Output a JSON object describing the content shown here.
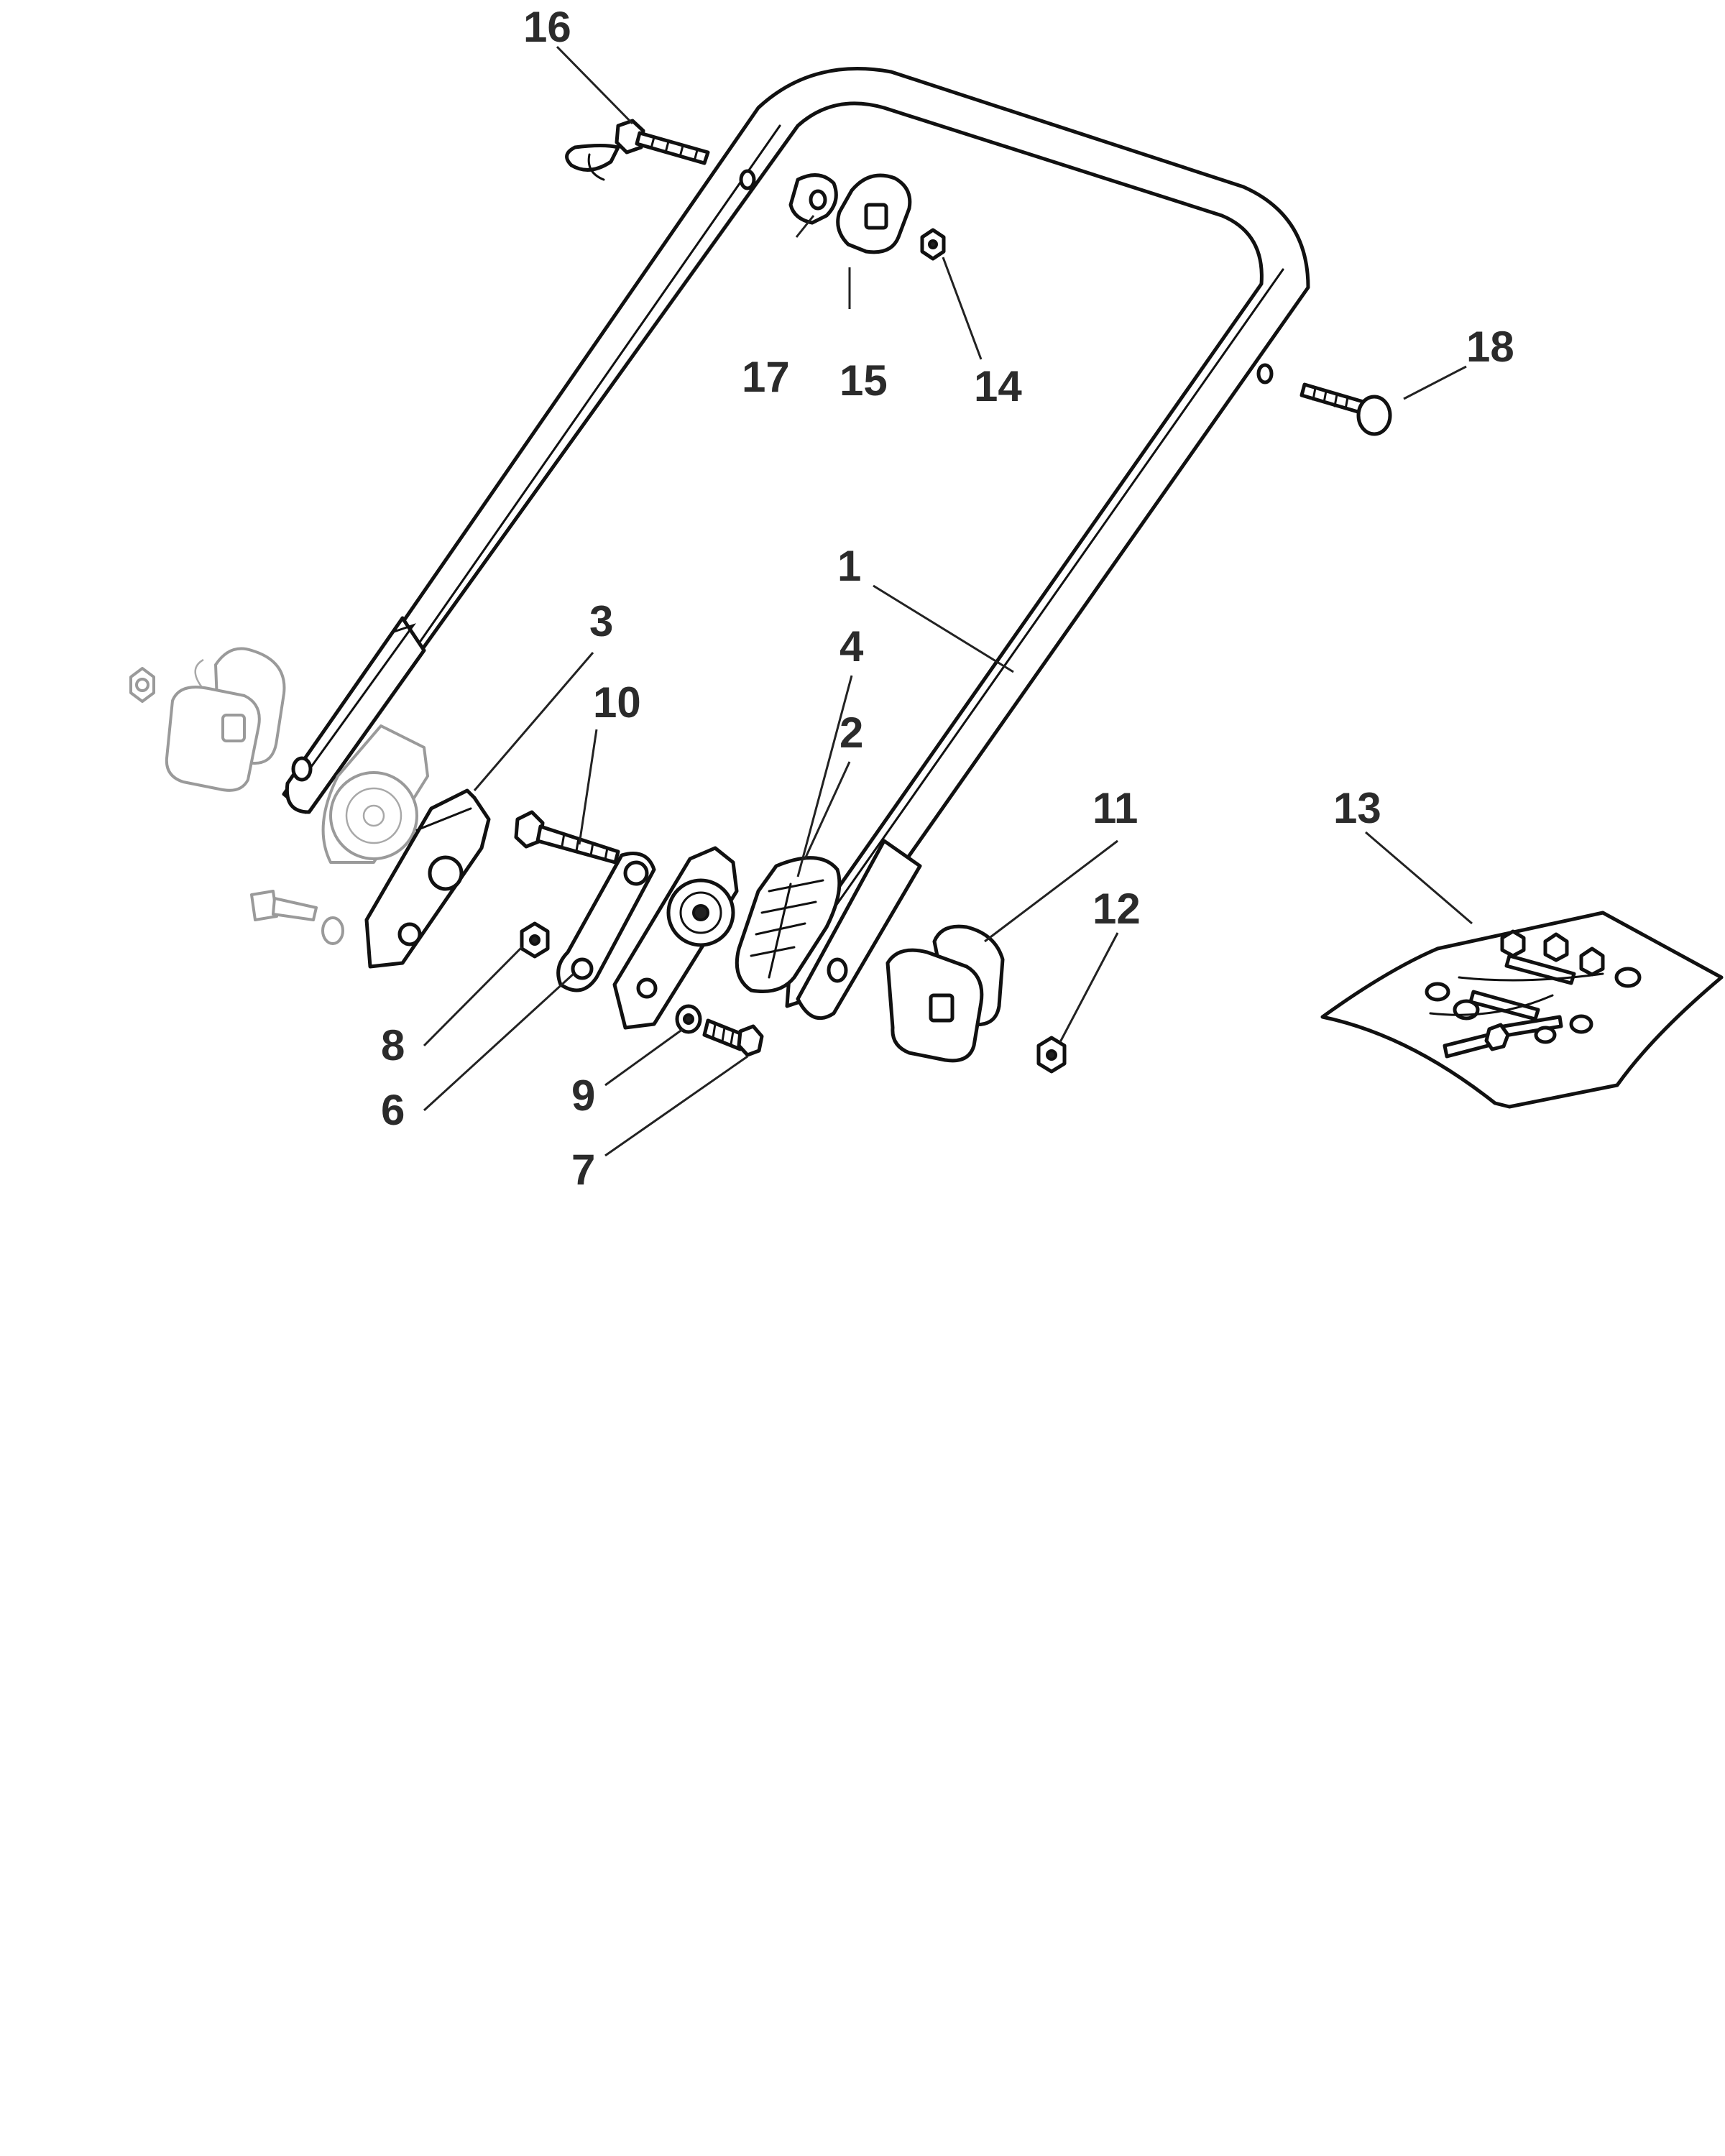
{
  "callouts": {
    "c1": "1",
    "c2": "2",
    "c3": "3",
    "c4": "4",
    "c6": "6",
    "c7": "7",
    "c8": "8",
    "c9": "9",
    "c10": "10",
    "c11": "11",
    "c12": "12",
    "c13": "13",
    "c14": "14",
    "c15": "15",
    "c16": "16",
    "c17": "17",
    "c18": "18"
  },
  "colors": {
    "line": "#111111",
    "label": "#2b2b2b",
    "ghost": "#9a9a9a"
  }
}
